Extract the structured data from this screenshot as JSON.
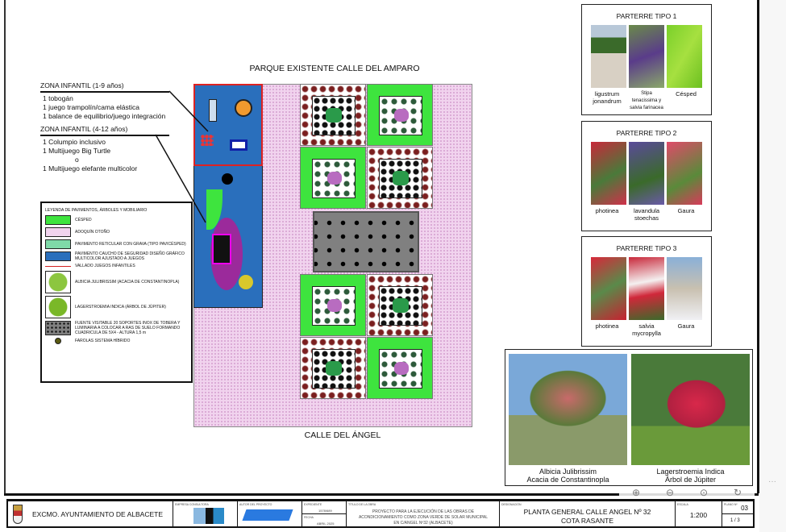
{
  "plan": {
    "park_title": "PARQUE EXISTENTE CALLE DEL AMPARO",
    "street_title": "CALLE DEL ÁNGEL",
    "zones": [
      {
        "title": "ZONA INFANTIL (1-9 años)",
        "items": [
          "1 tobogán",
          "1 juego trampolín/cama elástica",
          "1 balance de equilibrio/juego integración"
        ]
      },
      {
        "title": "ZONA INFANTIL (4-12 años)",
        "items": [
          "1 Columpio inclusivo",
          "1 Multijuego Big Turtle",
          "o",
          "1 Multijuego elefante multicolor"
        ]
      }
    ]
  },
  "legend": {
    "title": "LEYENDA DE PAVIMENTOS, ÁRBOLES Y MOBILIARIO",
    "items": [
      {
        "label": "CÉSPED",
        "color": "#3ee43e"
      },
      {
        "label": "ADOQUÍN OTOÑO",
        "color": "#f1d3ee"
      },
      {
        "label": "PAVIMENTO RETICULAR CON GRAVA (TIPO PAVICÉSPED)",
        "color": "#7fd9a8"
      },
      {
        "label": "PAVIMENTO CAUCHO DE SEGURIDAD DISEÑO GRÁFICO MULTICOLOR AJUSTADO A JUEGOS",
        "color": "#2a6fbc"
      },
      {
        "label": "VALLADO JUEGOS INFANTILES",
        "color": "#d22222"
      },
      {
        "label": "ALBICIA JULIBRISSIM (ACACIA DE CONSTANTINOPLA)",
        "color": "#8cc63f"
      },
      {
        "label": "LAGERSTROEMIA INDICA (ÁRBOL DE JÚPITER)",
        "color": "#7ab828"
      },
      {
        "label": "FUENTE VISITABLE 20 SOPORTES INOX DE TOBERA Y LUMINARIA A COLOCAR A RAS DE SUELO FORMANDO CUADRICULA DE 5X4 - ALTURA 1,5 m",
        "color": "#808080"
      },
      {
        "label": "FAROLAS SISTEMA HÍBRIDO",
        "color": "#5a5a10"
      }
    ]
  },
  "parterres": [
    {
      "title": "PARTERRE TIPO 1",
      "plants": [
        "ligustrum jonandrum",
        "Stipa tenacissima y salvia farinacea",
        "Césped"
      ]
    },
    {
      "title": "PARTERRE TIPO 2",
      "plants": [
        "photinea",
        "lavandula stoechas",
        "Gaura"
      ]
    },
    {
      "title": "PARTERRE TIPO 3",
      "plants": [
        "photinea",
        "salvia mycropylla",
        "Gaura"
      ]
    }
  ],
  "trees": [
    {
      "name": "Albicia Julibrissim",
      "common": "Acacia de Constantinopla"
    },
    {
      "name": "Lagerstroemia Indica",
      "common": "Árbol de Júpiter"
    }
  ],
  "title_block": {
    "client": "EXCMO. AYUNTAMIENTO DE ALBACETE",
    "consultant_label": "EMPRESA CONSULTORA",
    "author_label": "AUTOR DEL PROYECTO",
    "file_label": "EXPEDIENTE",
    "file_value": "1578/689",
    "date_label": "FECHA",
    "date_value": "ABRIL 2025",
    "work_label": "TÍTULO DE LA OBRA",
    "work_title": "PROYECTO PARA LA EJECUCIÓN DE LAS OBRAS DE ACONDICIONAMIENTO COMO ZONA VERDE DE SOLAR MUNICIPAL EN C/ANGEL Nº32 (ALBACETE)",
    "designation_label": "DESIGNACIÓN",
    "designation_line1": "PLANTA GENERAL CALLE ANGEL Nº 32",
    "designation_line2": "COTA RASANTE",
    "scale_label": "ESCALA",
    "scale": "1:200",
    "plan_label": "PLANO Nº",
    "plan_number": "03",
    "sheet": "1",
    "sheets_total": "3"
  },
  "toolbar": {
    "more": "···"
  }
}
